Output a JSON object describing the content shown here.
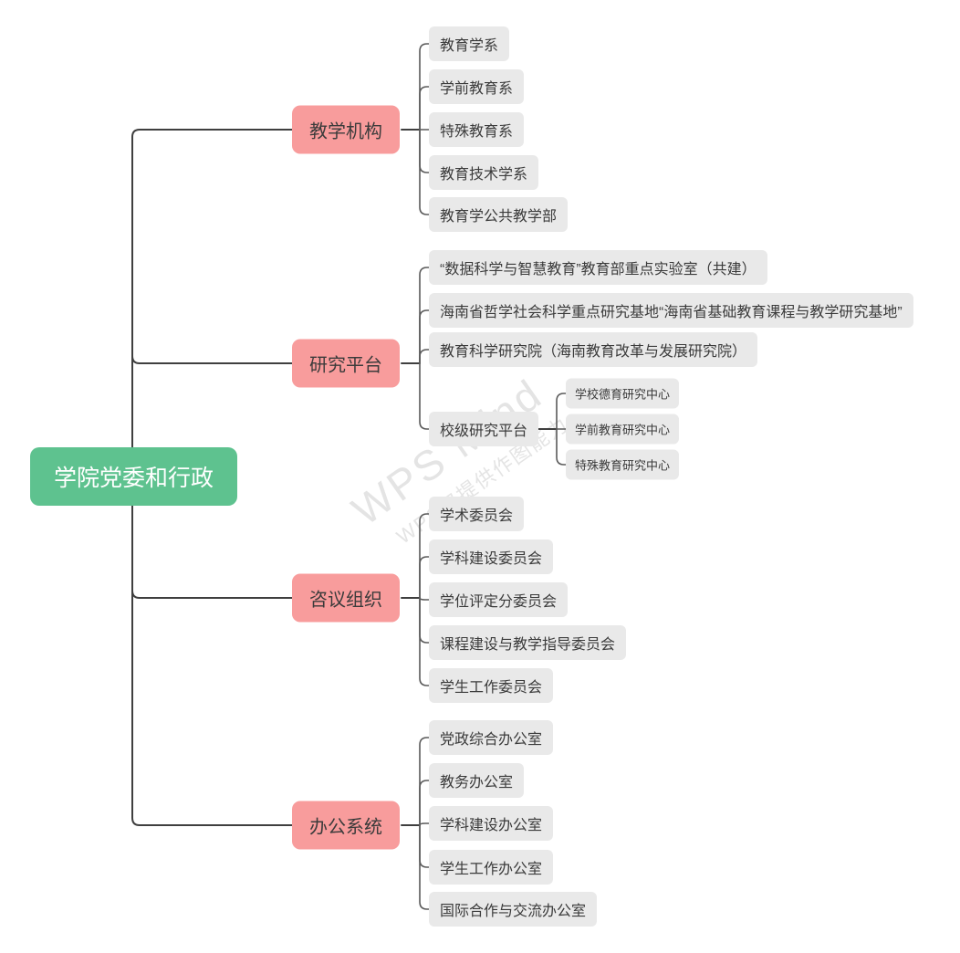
{
  "root": {
    "label": "学院党委和行政"
  },
  "branches": [
    {
      "label": "教学机构",
      "children": [
        {
          "label": "教育学系"
        },
        {
          "label": "学前教育系"
        },
        {
          "label": "特殊教育系"
        },
        {
          "label": "教育技术学系"
        },
        {
          "label": "教育学公共教学部"
        }
      ]
    },
    {
      "label": "研究平台",
      "children": [
        {
          "label": "“数据科学与智慧教育”教育部重点实验室（共建）"
        },
        {
          "label": "海南省哲学社会科学重点研究基地“海南省基础教育课程与教学研究基地”"
        },
        {
          "label": "教育科学研究院（海南教育改革与发展研究院）"
        },
        {
          "label": "校级研究平台",
          "children": [
            {
              "label": "学校德育研究中心"
            },
            {
              "label": "学前教育研究中心"
            },
            {
              "label": "特殊教育研究中心"
            }
          ]
        }
      ]
    },
    {
      "label": "咨议组织",
      "children": [
        {
          "label": "学术委员会"
        },
        {
          "label": "学科建设委员会"
        },
        {
          "label": "学位评定分委员会"
        },
        {
          "label": "课程建设与教学指导委员会"
        },
        {
          "label": "学生工作委员会"
        }
      ]
    },
    {
      "label": "办公系统",
      "children": [
        {
          "label": "党政综合办公室"
        },
        {
          "label": "教务办公室"
        },
        {
          "label": "学科建设办公室"
        },
        {
          "label": "学生工作办公室"
        },
        {
          "label": "国际合作与交流办公室"
        }
      ]
    }
  ],
  "watermark": {
    "title": "WPS Mind",
    "subtitle": "WPS仅提供作图能力"
  },
  "colors": {
    "root_bg": "#5ec28f",
    "root_text": "#ffffff",
    "branch_bg": "#f89c9c",
    "leaf_bg": "#e9e9e9",
    "node_text": "#3b3b3b",
    "line": "#3f3f3f",
    "subline": "#5a5a5a",
    "watermark": "#e4e4e4"
  }
}
